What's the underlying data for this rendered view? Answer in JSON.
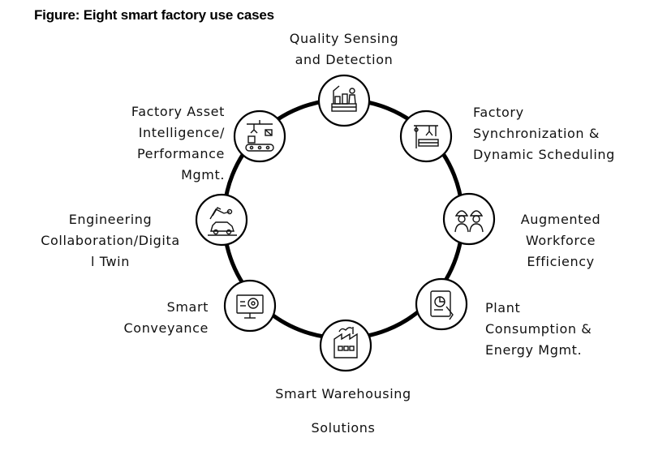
{
  "title": "Figure: Eight smart factory use cases",
  "use_cases": [
    {
      "icon": "robotic-inspection-icon",
      "lines": [
        "Quality Sensing",
        "and Detection"
      ]
    },
    {
      "icon": "robot-arm-assembly-icon",
      "lines": [
        "Factory",
        "Synchronization &",
        "Dynamic Scheduling"
      ]
    },
    {
      "icon": "workers-hardhat-icon",
      "lines": [
        "Augmented",
        "Workforce",
        "Efficiency"
      ]
    },
    {
      "icon": "tablet-analytics-icon",
      "lines": [
        "Plant",
        "Consumption &",
        "Energy Mgmt."
      ]
    },
    {
      "icon": "factory-building-icon",
      "lines": [
        "Smart Warehousing"
      ],
      "extra": "Solutions"
    },
    {
      "icon": "monitor-gear-icon",
      "lines": [
        "Smart",
        "Conveyance"
      ]
    },
    {
      "icon": "robot-arm-car-icon",
      "lines": [
        "Engineering",
        "Collaboration/Digita",
        "l Twin"
      ]
    },
    {
      "icon": "crane-conveyor-icon",
      "lines": [
        "Factory Asset",
        "Intelligence/",
        "Performance",
        "Mgmt."
      ]
    }
  ]
}
